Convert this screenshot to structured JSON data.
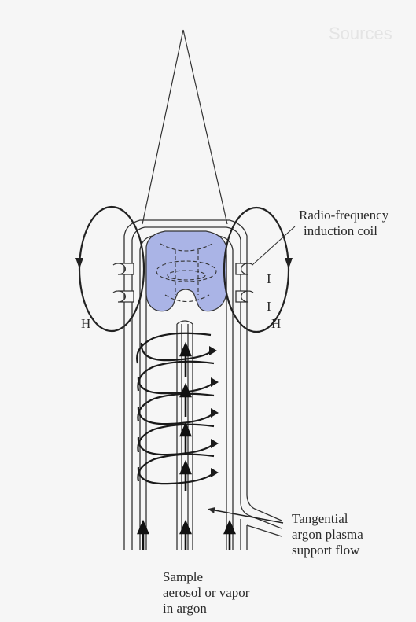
{
  "background_heading": "Sources",
  "labels": {
    "coil": [
      "Radio-frequency",
      "induction coil"
    ],
    "tangential": [
      "Tangential",
      "argon plasma",
      "support flow"
    ],
    "sample": [
      "Sample",
      "aerosol or vapor",
      "in argon"
    ],
    "h_left": "H",
    "h_right": "H",
    "i_upper": "I",
    "i_lower": "I"
  },
  "colors": {
    "plasma": "#aab4e6",
    "line": "#2a2a2a",
    "background": "#f6f6f6"
  }
}
